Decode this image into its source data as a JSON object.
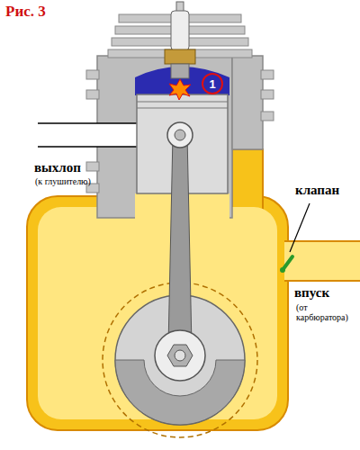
{
  "diagram": {
    "title": "Рис. 3",
    "nodes": [
      {
        "text": [
          "1"
        ]
      }
    ],
    "labels": [
      "выхлоп",
      "(к глушителю)",
      "клапан",
      "впуск",
      "(от карбюратора)"
    ]
  }
}
